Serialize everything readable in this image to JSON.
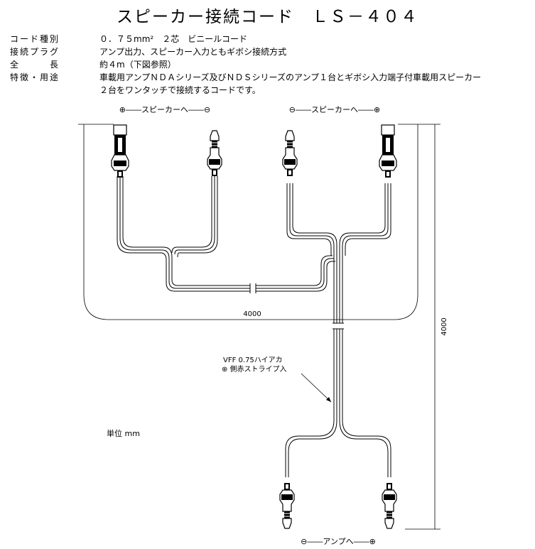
{
  "title": "スピーカー接続コード　ＬＳ－４０４",
  "specs": [
    {
      "key": "コード種別",
      "value": "０．７５mm²　２芯　ビニールコード"
    },
    {
      "key": "接続プラグ",
      "value": "アンプ出力、スピーカー入力ともギボシ接続方式"
    },
    {
      "key": "全　　　長",
      "value": "約４m（下図参照）"
    },
    {
      "key": "特徴・用途",
      "value": "車載用アンプＮＤＡシリーズ及びＮＤＳシリーズのアンプ１台とギボシ入力端子付車載用スピーカー"
    }
  ],
  "spec_continuation": "２台をワンタッチで接続するコードです。",
  "diagram": {
    "speaker_left_label": "⊕――スピーカーへ――⊖",
    "speaker_right_label": "⊖――スピーカーへ――⊕",
    "amp_label": "⊖――アンプへ――⊕",
    "horizontal_dimension": "4000",
    "vertical_dimension": "4000",
    "cable_note_line1": "VFF 0.75ハイアカ",
    "cable_note_line2": "⊕ 側赤ストライプ入",
    "unit_label": "単位 mm"
  }
}
